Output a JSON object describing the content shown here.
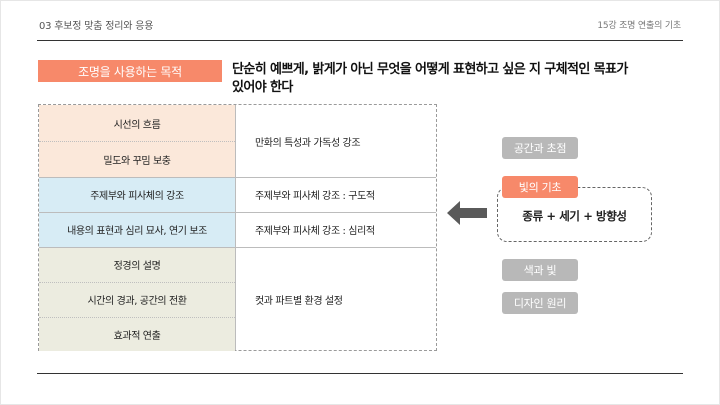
{
  "header": {
    "section": "03 후보정 맞춤 정리와 응용",
    "lecture": "15강 조명 연출의 기초"
  },
  "purpose": {
    "label": "조명을 사용하는 목적",
    "text_line1": "단순히 예쁘게, 밝게가 아닌 무엇을 어떻게 표현하고 싶은 지  구체적인 목표가",
    "text_line2": "있어야 한다"
  },
  "table": {
    "left": [
      "시선의 흐름",
      "밀도와 꾸밈 보충",
      "주제부와 피사체의 강조",
      "내용의 표현과 심리 묘사, 연기 보조",
      "정경의 설명",
      "시간의 경과, 공간의 전환",
      "효과적 연출"
    ],
    "right": [
      "만화의 특성과 가독성 강조",
      "주제부와 피사체 강조 : 구도적",
      "주제부와 피사체 강조 : 심리적",
      "컷과 파트별 환경 설정"
    ]
  },
  "side": {
    "item1": "공간과 초점",
    "item2": "빛의 기초",
    "formula": "종류 + 세기 + 방향성",
    "item3": "색과 빛",
    "item4": "디자인 원리"
  },
  "colors": {
    "accent": "#f7896a",
    "peach": "#fbe8da",
    "blue": "#d7ecf5",
    "beige": "#ecece0",
    "gray_pill": "#b8b8b8"
  },
  "icons": {
    "arrow": "arrow-left-icon"
  }
}
